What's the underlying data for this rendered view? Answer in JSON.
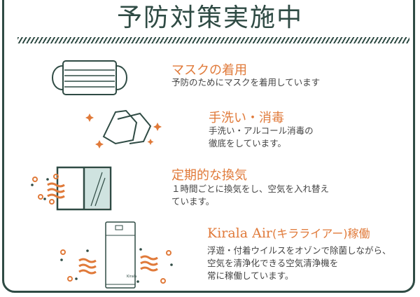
{
  "title": "予防対策実施中",
  "items": [
    {
      "heading": "マスクの着用",
      "lines": [
        "予防のためにマスクを着用しています"
      ]
    },
    {
      "heading": "手洗い・消毒",
      "lines": [
        "手洗い・アルコール消毒の",
        "徹底をしています。"
      ]
    },
    {
      "heading": "定期的な換気",
      "lines": [
        "１時間ごとに換気をし、空気を入れ替え",
        "ています。"
      ]
    },
    {
      "heading_latin": "Kirala Air",
      "heading": "(キラライアー)稼働",
      "lines": [
        "浮遊・付着ウイルスをオゾンで除菌しながら、",
        "空気を清浄化できる空気清浄機を",
        "常に稼働しています。"
      ]
    }
  ],
  "purifier_brand": "Kirala",
  "colors": {
    "green": "#2f4b44",
    "orange": "#e07a3a"
  }
}
